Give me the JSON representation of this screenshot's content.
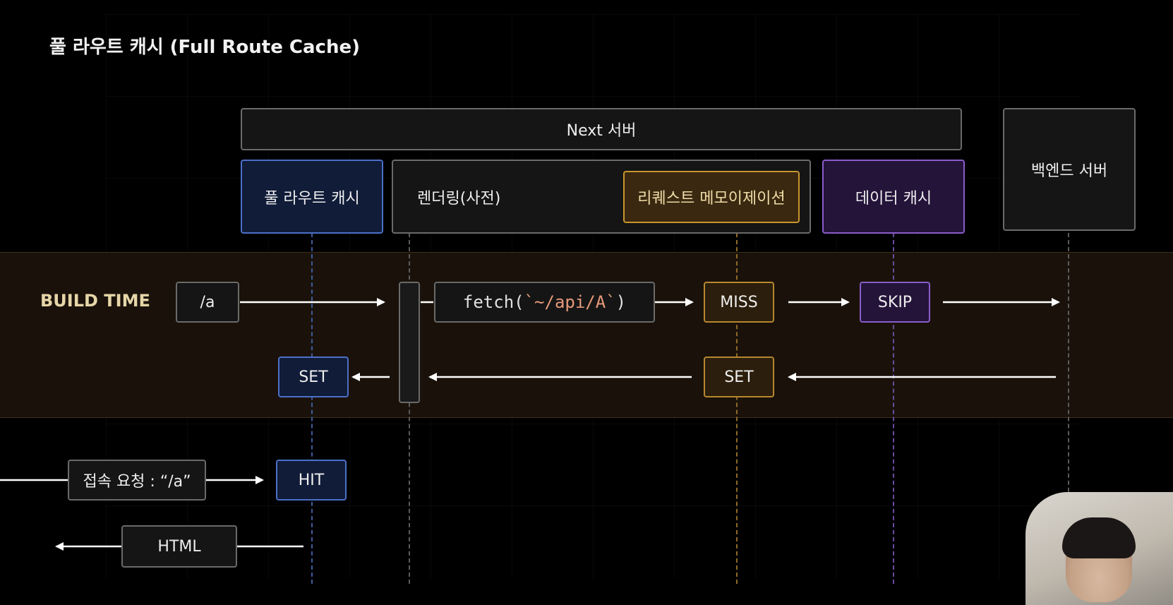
{
  "title": "풀 라우트 캐시 (Full Route Cache)",
  "band_label": "BUILD TIME",
  "top_boxes": {
    "next_server": "Next 서버",
    "backend_server": "백엔드 서버",
    "full_route_cache": "풀 라우트 캐시",
    "rendering": "렌더링(사전)",
    "request_memoization": "리퀘스트 메모이제이션",
    "data_cache": "데이터 캐시"
  },
  "flow": {
    "route": "/a",
    "fetch_fn": "fetch(",
    "fetch_arg": "`~/api/A`",
    "fetch_close": ")",
    "miss": "MISS",
    "skip": "SKIP",
    "set_cache": "SET",
    "set_memo": "SET",
    "access_request": "접속 요청 : “/a”",
    "hit": "HIT",
    "html": "HTML"
  },
  "colors": {
    "blue": "#4c6fc9",
    "purple": "#8a5cc9",
    "orange": "#b8882e",
    "band": "#1a120a"
  }
}
